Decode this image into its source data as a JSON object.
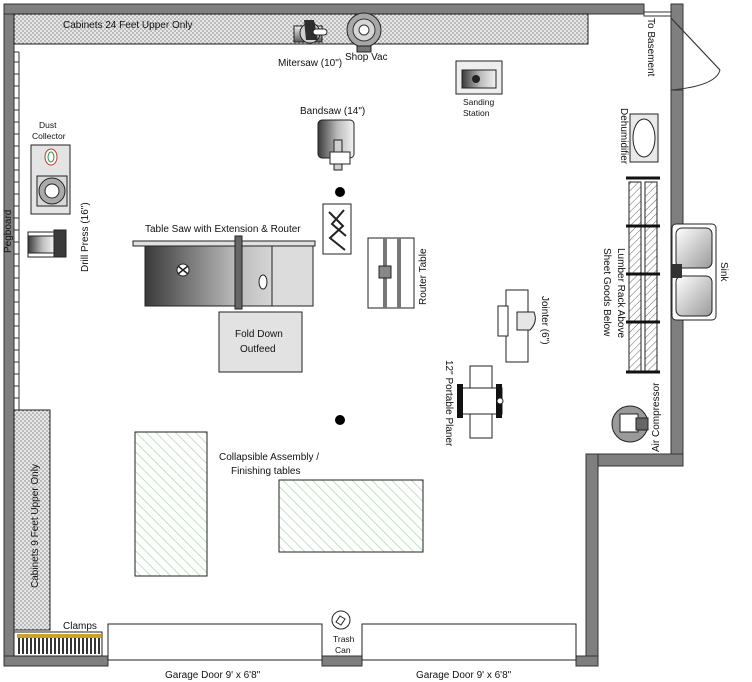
{
  "labels": {
    "cabinets_upper": "Cabinets 24 Feet Upper Only",
    "cabinets_left": "Cabinets 9 Feet Upper Only",
    "to_basement": "To Basement",
    "mitersaw": "Mitersaw (10\")",
    "shop_vac": "Shop Vac",
    "sanding_station_1": "Sanding",
    "sanding_station_2": "Station",
    "dust_collector_1": "Dust",
    "dust_collector_2": "Collector",
    "bandsaw": "Bandsaw (14\")",
    "pegboard": "Pegboard",
    "drill_press": "Drill Press (16\")",
    "table_saw": "Table Saw with Extension & Router",
    "router_table": "Router Table",
    "fold_down_1": "Fold Down",
    "fold_down_2": "Outfeed",
    "jointer": "Jointer (6\")",
    "planer": "12\" Portable Planer",
    "dehumidifier": "Dehumidifier",
    "lumber_rack_1": "Lumber Rack Above",
    "lumber_rack_2": "Sheet Goods Below",
    "sink": "Sink",
    "air_compressor": "Air Compressor",
    "assembly_1": "Collapsible Assembly /",
    "assembly_2": "Finishing tables",
    "clamps": "Clamps",
    "trash_1": "Trash",
    "trash_2": "Can",
    "garage_door_left": "Garage Door 9' x 6'8\"",
    "garage_door_right": "Garage Door 9' x 6'8\""
  },
  "colors": {
    "wall": "#7f7f7f",
    "cabinet_fill": "#d9d9d9",
    "hatch": "#a9d6a9",
    "equipment_dark": "#444444",
    "outfeed_fill": "#e2e2e2"
  }
}
